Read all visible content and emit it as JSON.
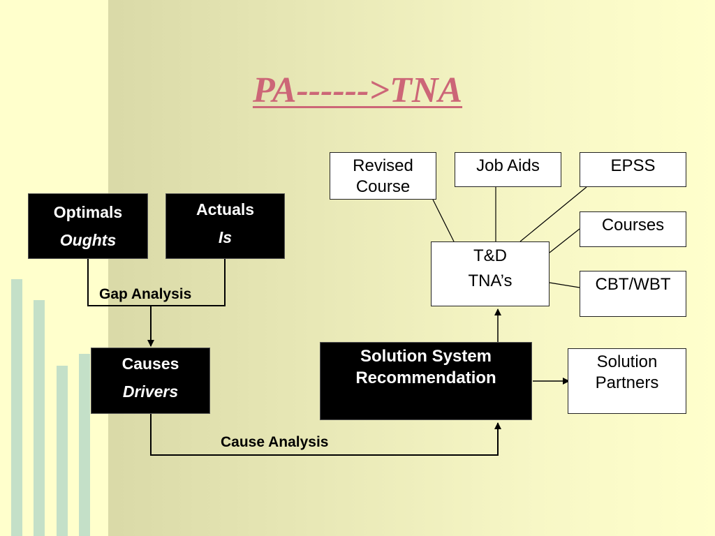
{
  "title": "PA------>TNA",
  "boxes": {
    "optimals": {
      "line1": "Optimals",
      "line2": "Oughts"
    },
    "actuals": {
      "line1": "Actuals",
      "line2": "Is"
    },
    "causes": {
      "line1": "Causes",
      "line2": "Drivers"
    },
    "solution_system": {
      "line1": "Solution System",
      "line2": "Recommendation"
    },
    "revised_course": {
      "line1": "Revised",
      "line2": "Course"
    },
    "job_aids": {
      "line1": "Job Aids"
    },
    "epss": {
      "line1": "EPSS"
    },
    "courses": {
      "line1": "Courses"
    },
    "td": {
      "line1": "T&D",
      "line2": "TNA’s"
    },
    "cbt_wbt": {
      "line1": "CBT/WBT"
    },
    "solution_partners": {
      "line1": "Solution",
      "line2": "Partners"
    }
  },
  "labels": {
    "gap_analysis": "Gap Analysis",
    "cause_analysis": "Cause Analysis"
  }
}
